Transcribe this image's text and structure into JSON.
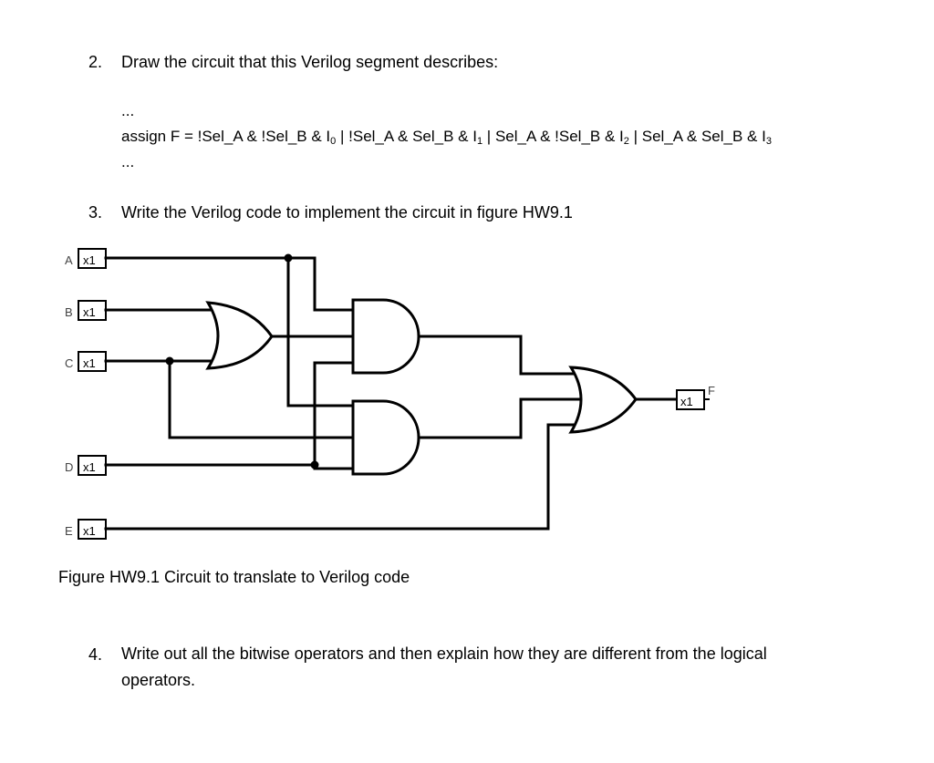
{
  "question2": {
    "number": "2.",
    "text": "Draw the circuit that this Verilog segment describes:",
    "ellipsis_top": "...",
    "assign_terms": [
      {
        "text": "assign F = !Sel_A & !Sel_B & I",
        "sub": "0"
      },
      {
        "text": " | !Sel_A & Sel_B & I",
        "sub": "1"
      },
      {
        "text": " | Sel_A & !Sel_B & I",
        "sub": "2"
      },
      {
        "text": " | Sel_A & Sel_B & I",
        "sub": "3"
      }
    ],
    "ellipsis_bottom": "..."
  },
  "question3": {
    "number": "3.",
    "text": "Write the Verilog code to implement the circuit in figure HW9.1"
  },
  "circuit": {
    "inputs": [
      {
        "name": "A",
        "box": "x1"
      },
      {
        "name": "B",
        "box": "x1"
      },
      {
        "name": "C",
        "box": "x1"
      },
      {
        "name": "D",
        "box": "x1"
      },
      {
        "name": "E",
        "box": "x1"
      }
    ],
    "output": {
      "name": "F",
      "box": "x1"
    },
    "gates": [
      "OR (B, C)",
      "AND (A, D, OR output)",
      "AND (A, C, D)",
      "OR (AND1, AND2, E)"
    ]
  },
  "figure_caption": "Figure HW9.1 Circuit to translate to Verilog code",
  "question4": {
    "number": "4.",
    "text": "Write out all the bitwise operators and then explain how they are different from the logical operators."
  }
}
